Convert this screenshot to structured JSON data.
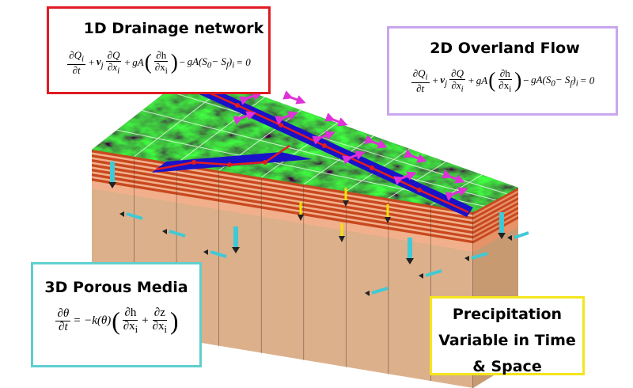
{
  "diagram": {
    "boxes": {
      "drainage_1d": {
        "title": "1D Drainage network",
        "equation": {
          "t1_num": "∂Q",
          "t1_sub": "i",
          "t1_den": "∂t",
          "op1": "+",
          "coef_v": "v",
          "coef_v_sub": "j",
          "t2_num": "∂Q",
          "t2_den": "∂x",
          "t2_den_sub": "i",
          "op2": "+",
          "coef_ga": "gA",
          "t3_num": "∂h",
          "t3_den": "∂x",
          "t3_den_sub": "i",
          "op3": "−",
          "t4": "gA(S",
          "t4_sub0": "0",
          "t4_mid": "− S",
          "t4_subf": "f",
          "t4_close": ")",
          "t4_sub_i": "i",
          "rhs": "= 0"
        }
      },
      "overland_2d": {
        "title": "2D Overland Flow",
        "equation": {
          "t1_num": "∂Q",
          "t1_sub": "i",
          "t1_den": "∂t",
          "op1": "+",
          "coef_v": "v",
          "coef_v_sub": "j",
          "t2_num": "∂Q",
          "t2_den": "∂x",
          "t2_den_sub": "i",
          "op2": "+",
          "coef_ga": "gA",
          "t3_num": "∂h",
          "t3_den": "∂x",
          "t3_den_sub": "i",
          "op3": "−",
          "t4": "gA(S",
          "t4_sub0": "0",
          "t4_mid": "− S",
          "t4_subf": "f",
          "t4_close": ")",
          "t4_sub_i": "i",
          "rhs": "= 0"
        }
      },
      "porous_3d": {
        "title": "3D Porous Media",
        "equation": {
          "lhs_num": "∂θ",
          "lhs_den": "∂t",
          "eq": "= −k(θ)",
          "t1_num": "∂h",
          "t1_den": "∂x",
          "t1_den_sub": "i",
          "op": "+",
          "t2_num": "∂z",
          "t2_den": "∂x",
          "t2_den_sub": "i"
        }
      },
      "precipitation": {
        "lines": [
          "Precipitation",
          "Variable in Time",
          "& Space"
        ]
      }
    },
    "colors": {
      "drainage_border": "#e01b22",
      "overland_border": "#c9a6ee",
      "porous_border": "#5fcfcf",
      "precip_border": "#f4e61c",
      "river": "#1a12c8",
      "stream_red": "#e41d1d",
      "surface_arrow": "#e030d8",
      "rain_arrow": "#f2e400",
      "subsurface_arrow": "#3fc9d6",
      "soil_layer_dark": "#c9481f",
      "soil_layer_light": "#f0b088",
      "soil_base": "#d9b08a"
    },
    "icons": [
      "overland-flow-arrow-icon",
      "precipitation-arrow-icon",
      "subsurface-flow-arrow-icon",
      "vertical-infiltration-arrow-icon"
    ]
  }
}
